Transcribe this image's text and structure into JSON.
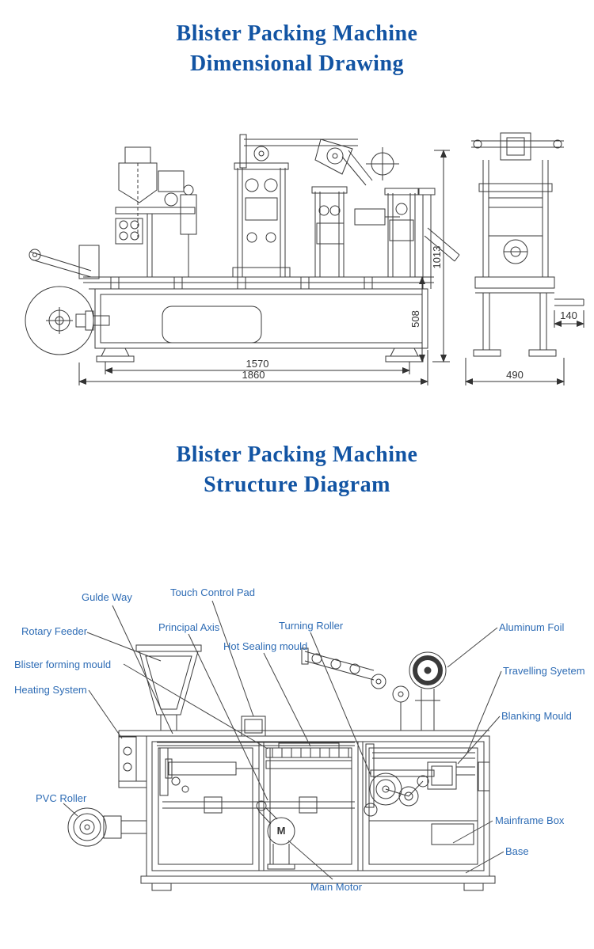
{
  "page": {
    "background": "#ffffff"
  },
  "dimensional": {
    "title_line1": "Blister Packing Machine",
    "title_line2": "Dimensional Drawing",
    "dims": {
      "overall_height": "1013",
      "bed_height": "508",
      "inner_width": "1570",
      "overall_width": "1860",
      "side_depth": "140",
      "side_width": "490"
    }
  },
  "structure": {
    "title_line1": "Blister Packing Machine",
    "title_line2": "Structure Diagram",
    "motor_label": "M",
    "labels": {
      "guide_way": "Gulde Way",
      "touch_control_pad": "Touch Control Pad",
      "rotary_feeder": "Rotary Feeder",
      "principal_axis": "Principal Axis",
      "turning_roller": "Turning Roller",
      "hot_sealing_mould": "Hot Sealing mould",
      "aluminum_foil": "Aluminum Foil",
      "blister_forming_mould": "Blister forming mould",
      "travelling_system": "Travelling Syetem",
      "heating_system": "Heating System",
      "blanking_mould": "Blanking Mould",
      "pvc_roller": "PVC Roller",
      "mainframe_box": "Mainframe Box",
      "base": "Base",
      "main_motor": "Main Motor"
    }
  }
}
